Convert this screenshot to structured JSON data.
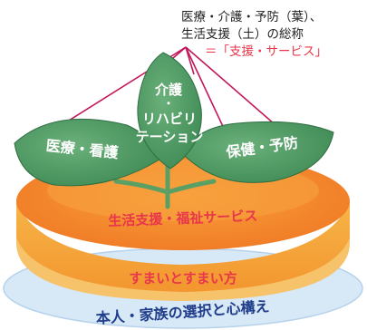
{
  "caption": {
    "line1": "医療・介護・予防（葉）、",
    "line2": "生活支援（土）の総称",
    "line3_prefix": "＝",
    "line3_accent": "「支援・サービス」"
  },
  "leaves": {
    "left": "医療・看護",
    "center": [
      "介護",
      "・",
      "リハビリ",
      "テーション"
    ],
    "right": "保健・予防"
  },
  "layers": {
    "soil_top": "生活支援・福祉サービス",
    "soil_middle": "すまいとすまい方",
    "dish": "本人・家族の選択と心構え"
  },
  "colors": {
    "leaf": "#4f9a63",
    "leaf_dark": "#2f6e43",
    "stem": "#5aa064",
    "soil_top": "#f48a2c",
    "soil_band": "#f3a33a",
    "soil_text": "#e8364a",
    "plate": "#d4e6f6",
    "plate_text": "#1f3d8a",
    "accent": "#e8364a",
    "line": "#c2185b"
  }
}
